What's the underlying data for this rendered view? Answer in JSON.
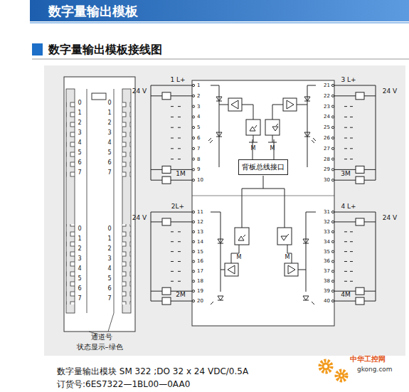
{
  "diagram": {
    "title": "数字量输出模板",
    "caption": "数字量输出模块 SM 322 ;DO 32 x 24 VDC/0.5A",
    "nodes": [
      {
        "text": [
          "背板总线接口"
        ]
      }
    ],
    "labels": [
      "数字量输出模板接线图",
      "0",
      "1",
      "2",
      "3",
      "4",
      "5",
      "6",
      "7",
      "0",
      "1",
      "2",
      "3",
      "4",
      "5",
      "6",
      "7",
      "0",
      "1",
      "2",
      "3",
      "4",
      "5",
      "6",
      "7",
      "0",
      "1",
      "2",
      "3",
      "4",
      "5",
      "6",
      "7",
      "通道号",
      "状态显示–绿色",
      "1",
      "2",
      "3",
      "4",
      "5",
      "6",
      "7",
      "8",
      "9",
      "10",
      "11",
      "12",
      "13",
      "14",
      "15",
      "16",
      "17",
      "18",
      "19",
      "20",
      "21",
      "22",
      "23",
      "24",
      "25",
      "26",
      "27",
      "28",
      "29",
      "30",
      "31",
      "32",
      "33",
      "34",
      "35",
      "36",
      "37",
      "38",
      "39",
      "40",
      "1 L+",
      "2L+",
      "3 L+",
      "4 L+",
      "1M",
      "2M",
      "3M",
      "4M",
      "24 V",
      "24 V",
      "24 V",
      "24 V",
      "M",
      "M",
      "M",
      "M",
      "订货号:6ES7322—1BL00—0AA0",
      "中华工控网",
      "gkong.com"
    ]
  }
}
